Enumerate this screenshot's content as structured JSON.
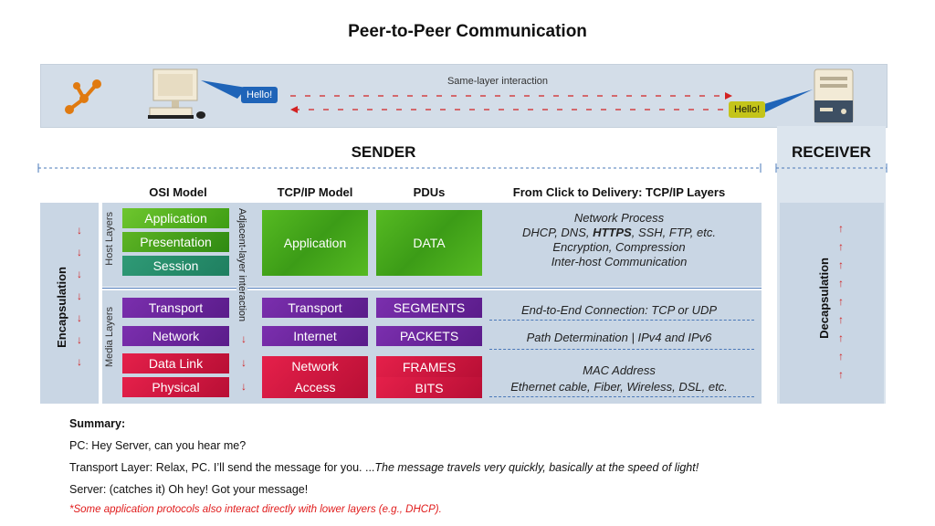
{
  "title": "Peer-to-Peer Communication",
  "banner": {
    "label": "Same-layer interaction",
    "sender_bubble": "Hello!",
    "receiver_bubble": "Hello!"
  },
  "headers": {
    "sender": "SENDER",
    "receiver": "RECEIVER",
    "osi": "OSI Model",
    "tcpip": "TCP/IP Model",
    "pdus": "PDUs",
    "click": "From Click to Delivery: TCP/IP Layers"
  },
  "side_labels": {
    "encapsulation": "Encapsulation",
    "decapsulation": "Decapsulation",
    "host_layers": "Host Layers",
    "media_layers": "Media Layers",
    "adjacent": "Adjacent-layer interaction"
  },
  "osi": [
    "Application",
    "Presentation",
    "Session",
    "Transport",
    "Network",
    "Data Link",
    "Physical"
  ],
  "tcpip": {
    "application": "Application",
    "transport": "Transport",
    "internet": "Internet",
    "network_access_1": "Network",
    "network_access_2": "Access"
  },
  "pdus": {
    "data": "DATA",
    "segments": "SEGMENTS",
    "packets": "PACKETS",
    "frames": "FRAMES",
    "bits": "BITS"
  },
  "descriptions": {
    "app_1": "Network Process",
    "app_2a": "DHCP, DNS, ",
    "app_2b": "HTTPS",
    "app_2c": ", SSH, FTP, etc.",
    "app_3": "Encryption, Compression",
    "app_4": "Inter-host Communication",
    "transport": "End-to-End Connection: TCP or UDP",
    "network": "Path Determination | IPv4 and IPv6",
    "link_1": "MAC Address",
    "link_2": "Ethernet cable, Fiber, Wireless, DSL, etc."
  },
  "summary": {
    "heading": "Summary:",
    "line1": "PC: Hey Server, can you hear me?",
    "line2a": "Transport Layer: Relax, PC. I’ll send the message for you.  ...",
    "line2b": "The message travels very quickly, basically at the speed of light!",
    "line3": "Server: (catches it) Oh hey! Got your message!",
    "note": "*Some application protocols also interact directly with lower layers (e.g., DHCP)."
  },
  "colors": {
    "green": "#4caf1f",
    "teal": "#23896a",
    "purple": "#6a24a0",
    "red": "#d0163f",
    "banner": "#d3dde8",
    "panel": "#c9d6e4",
    "arrow_red": "#d32222"
  }
}
